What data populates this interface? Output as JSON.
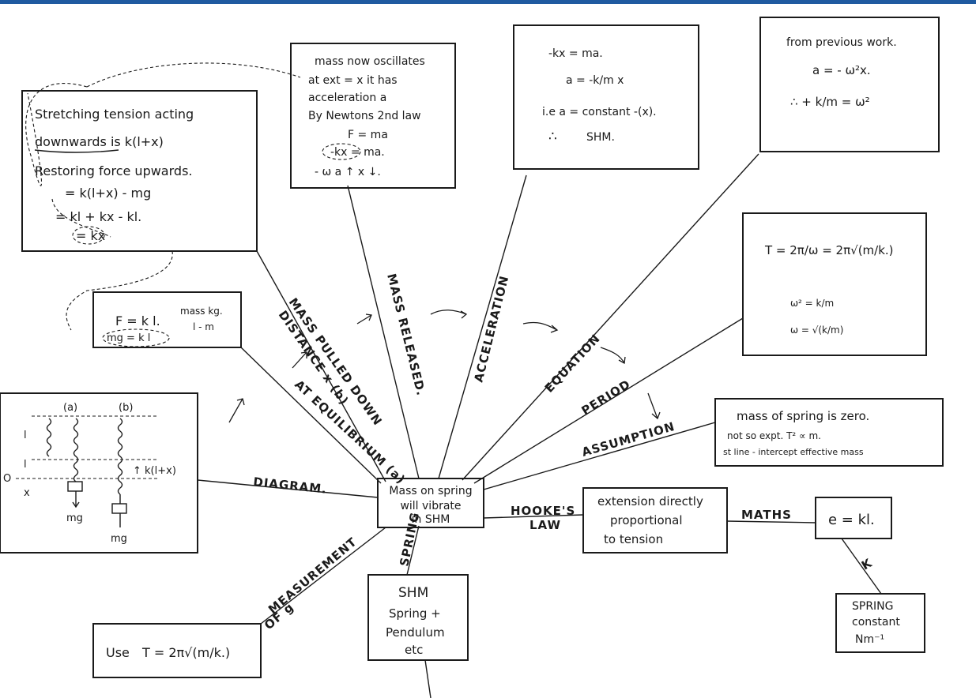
{
  "central": {
    "line1": "Mass on spring",
    "line2": "will vibrate",
    "line3": "in SHM"
  },
  "boxes": {
    "tension": {
      "l1": "Stretching tension acting",
      "l2": "downwards is k(l+x)",
      "l3": "Restoring force upwards.",
      "l4": "= k(l+x) - mg",
      "l5": "= kl + kx - kl.",
      "l6": "= kx"
    },
    "equilibrium_eq": {
      "l1": "F = k l.",
      "l2": "mg = k l",
      "l3": "mass kg.",
      "l4": "l - m"
    },
    "newton": {
      "l1": "mass now oscillates",
      "l2": "at ext = x it has",
      "l3": "acceleration a",
      "l4": "By Newtons 2nd law",
      "l5": "F = ma",
      "l6": "-kx = ma.",
      "l7": "- ω a ↑ x ↓."
    },
    "accel": {
      "l1": "-kx = ma.",
      "l2": "a = -k/m x",
      "l3": "i.e a = constant -(x).",
      "l4": "∴",
      "l5": "SHM."
    },
    "omega": {
      "l1": "from previous work.",
      "l2": "a = - ω²x.",
      "l3": "∴  + k/m = ω²"
    },
    "period": {
      "l1": "T = 2π/ω = 2π√(m/k.)",
      "l2": "ω² = k/m",
      "l3": "ω = √(k/m)"
    },
    "assumption": {
      "l1": "mass of spring is zero.",
      "l2": "not so expt. T² ∝ m.",
      "l3": "st line - intercept effective mass"
    },
    "diagram": {
      "a": "(a)",
      "b": "(b)",
      "l": "l",
      "l_ext": "l",
      "x": "x",
      "o": "O",
      "mg1": "mg",
      "mg2": "mg",
      "force": "↑ k(l+x)"
    },
    "hooke": {
      "l1": "extension directly",
      "l2": "proportional",
      "l3": "to tension"
    },
    "ekl": {
      "l1": "e = kl."
    },
    "spring_const": {
      "l1": "SPRING",
      "l2": "constant",
      "l3": "Nm⁻¹"
    },
    "use_t": {
      "l1": "Use",
      "l2": "T = 2π√(m/k.)"
    },
    "shm_spring": {
      "l1": "SHM",
      "l2": "Spring +",
      "l3": "Pendulum",
      "l4": "etc"
    }
  },
  "branches": {
    "mass_pulled_down": "MASS PULLED DOWN",
    "distance_x_b": "DISTANCE x (b)",
    "at_equilibrium_a": "AT EQUILIBRIUM (a)",
    "mass_released": "MASS RELEASED.",
    "acceleration": "ACCELERATION",
    "equation": "EQUATION",
    "period": "PERIOD",
    "assumption": "ASSUMPTION",
    "diagram": "DIAGRAM.",
    "hookes_law_1": "HOOKE'S",
    "hookes_law_2": "LAW",
    "maths": "MATHS",
    "k": "K",
    "spring": "SPRING",
    "measurement_of_g_1": "MEASUREMENT",
    "measurement_of_g_2": "OF g"
  },
  "colors": {
    "ink": "#1a1a1a",
    "paper": "#ffffff",
    "window_bar": "#1f5aa0"
  }
}
